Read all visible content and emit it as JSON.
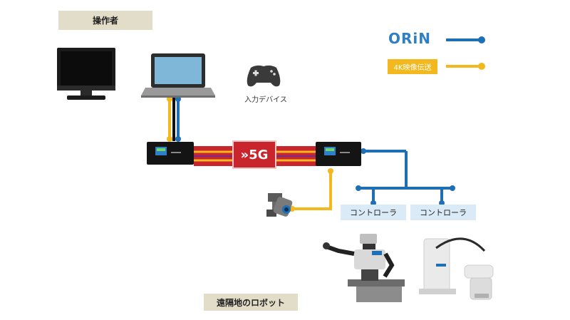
{
  "operator_label": "操作者",
  "remote_robot_label": "遠隔地のロボット",
  "input_device_label": "入力デバイス",
  "badge_5g": "»5G",
  "legend": {
    "orin_label": "ORiN",
    "video_label": "4K映像伝送",
    "orin_color": "#1f6fb4",
    "video_color": "#f2b81e"
  },
  "controllers": [
    "コントローラ",
    "コントローラ"
  ],
  "icons": {
    "monitor": "monitor-icon",
    "laptop": "laptop-icon",
    "gamepad": "gamepad-icon",
    "camera": "camera-icon",
    "gateway": "gateway-device-icon",
    "humanoid": "humanoid-robot-icon",
    "scara": "scara-robot-icon"
  }
}
